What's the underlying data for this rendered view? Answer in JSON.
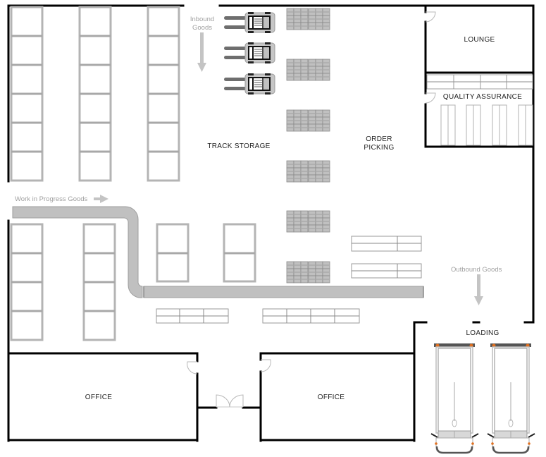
{
  "diagram": {
    "type": "warehouse-floor-plan",
    "rooms": {
      "lounge": "LOUNGE",
      "quality_assurance": "QUALITY ASSURANCE",
      "track_storage": "TRACK STORAGE",
      "order_picking_line1": "ORDER",
      "order_picking_line2": "PICKING",
      "loading": "LOADING",
      "office_left": "OFFICE",
      "office_right": "OFFICE"
    },
    "flows": {
      "inbound_line1": "Inbound",
      "inbound_line2": "Goods",
      "work_in_progress": "Work in Progress Goods",
      "outbound": "Outbound Goods"
    },
    "icons": {
      "forklift": "forklift-icon",
      "truck": "delivery-truck-icon",
      "pallet": "pallet-stack-icon",
      "door": "door-swing-icon",
      "arrow": "flow-arrow-icon"
    },
    "counts": {
      "forklifts": 3,
      "trucks": 2,
      "pallet_grids": 6,
      "upper_rack_columns": 3,
      "upper_rack_bays_per_column": 6,
      "lower_rack_columns": 4
    },
    "colors": {
      "wall": "#000000",
      "rack": "#b4b4b4",
      "conveyor": "#c0c0c0",
      "flow_text": "#a0a0a0",
      "truck_light": "#e07020"
    }
  }
}
